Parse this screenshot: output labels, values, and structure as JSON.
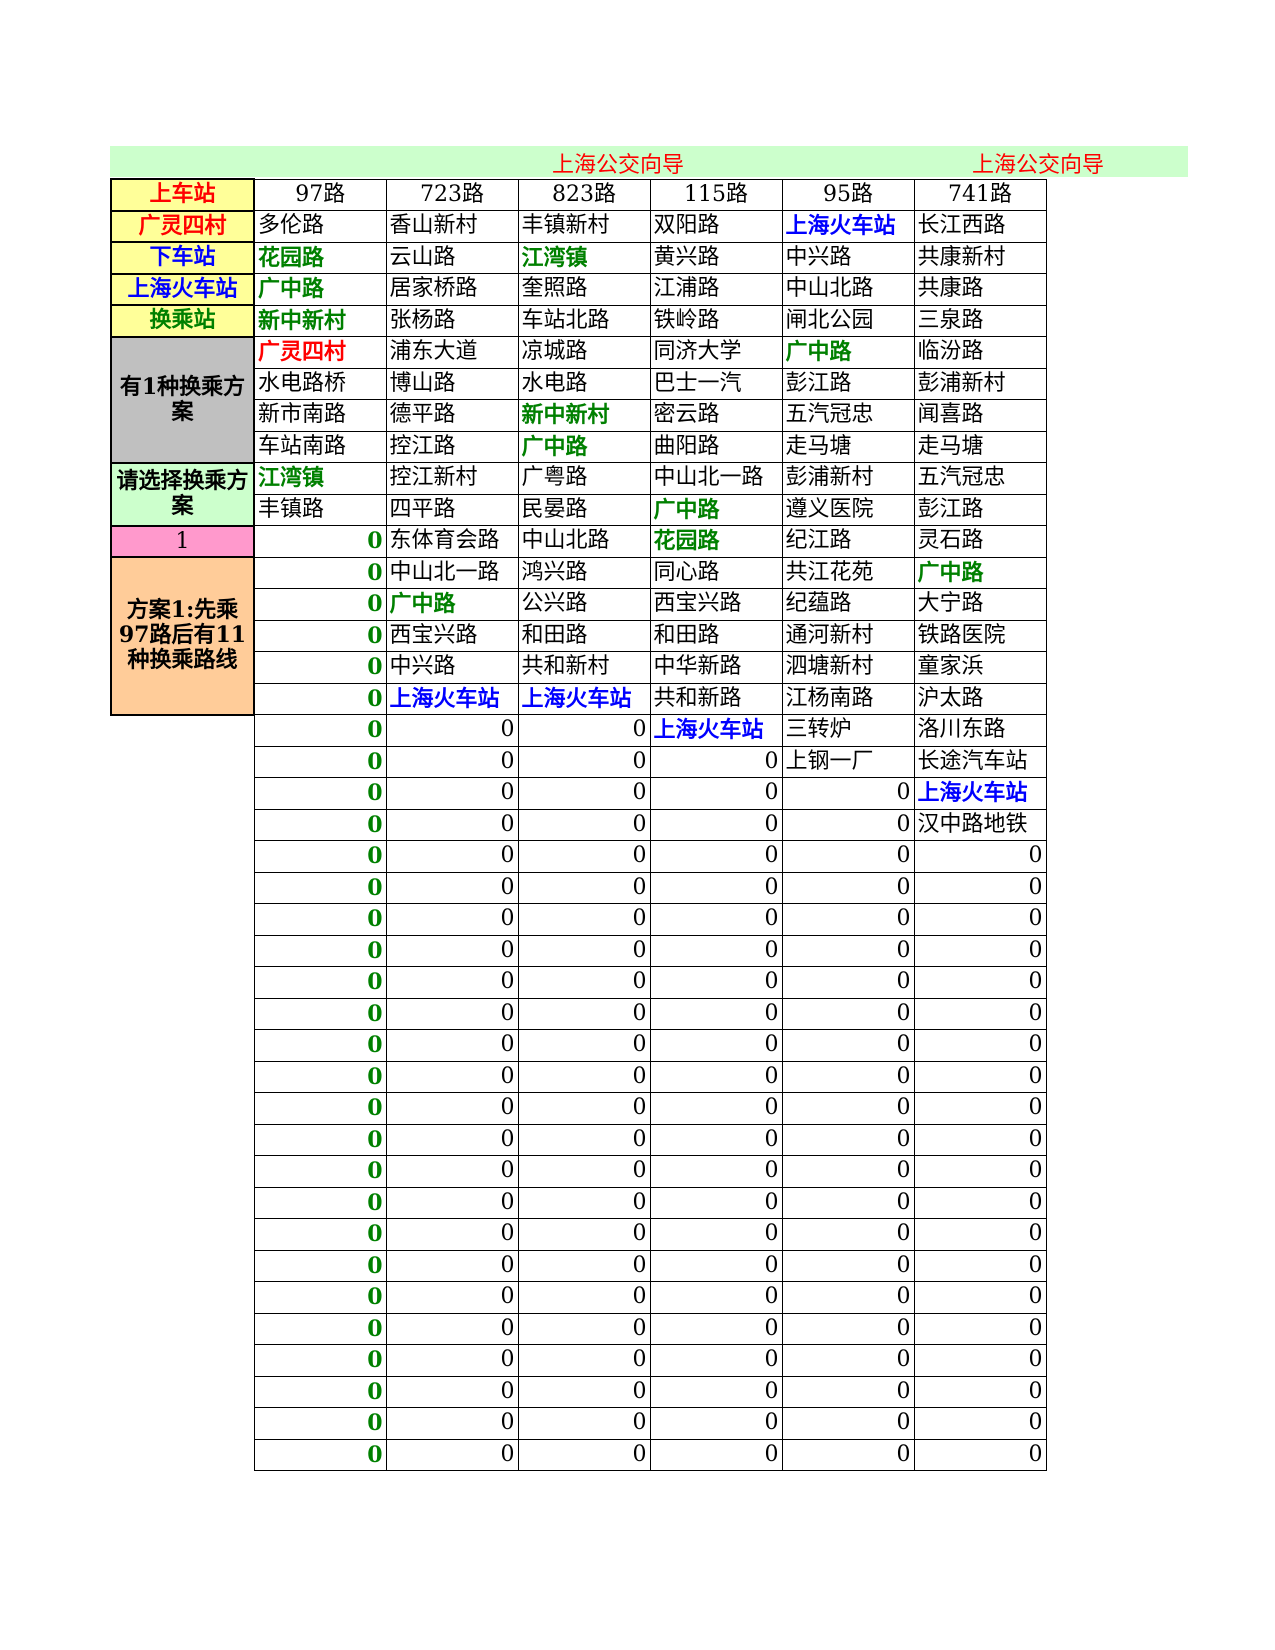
{
  "title": {
    "main": "上海公交向导",
    "repeat": "上海公交向导"
  },
  "labels": {
    "board_station": "上车站",
    "board_value": "广灵四村",
    "alight_station": "下车站",
    "alight_value": "上海火车站",
    "transfer_station": "换乘站",
    "plans_count": "有1种换乘方案",
    "choose_plan": "请选择换乘方案",
    "selected_plan": "1",
    "plan_desc": "方案1:先乘97路后有11种换乘路线"
  },
  "colors": {
    "red": "#ff0000",
    "blue": "#0000ff",
    "green": "#008000",
    "yellow": "#ffff99",
    "gray": "#c0c0c0",
    "light_green": "#ccffcc",
    "pink": "#ff99cc",
    "orange": "#ffcc99"
  },
  "routes": [
    "97路",
    "723路",
    "823路",
    "115路",
    "95路",
    "741路"
  ],
  "rows": [
    [
      [
        "多伦路",
        "plain"
      ],
      [
        "香山新村",
        "plain"
      ],
      [
        "丰镇新村",
        "plain"
      ],
      [
        "双阳路",
        "plain"
      ],
      [
        "上海火车站",
        "blue"
      ],
      [
        "长江西路",
        "plain"
      ]
    ],
    [
      [
        "花园路",
        "green"
      ],
      [
        "云山路",
        "plain"
      ],
      [
        "江湾镇",
        "green"
      ],
      [
        "黄兴路",
        "plain"
      ],
      [
        "中兴路",
        "plain"
      ],
      [
        "共康新村",
        "plain"
      ]
    ],
    [
      [
        "广中路",
        "green"
      ],
      [
        "居家桥路",
        "plain"
      ],
      [
        "奎照路",
        "plain"
      ],
      [
        "江浦路",
        "plain"
      ],
      [
        "中山北路",
        "plain"
      ],
      [
        "共康路",
        "plain"
      ]
    ],
    [
      [
        "新中新村",
        "green"
      ],
      [
        "张杨路",
        "plain"
      ],
      [
        "车站北路",
        "plain"
      ],
      [
        "铁岭路",
        "plain"
      ],
      [
        "闸北公园",
        "plain"
      ],
      [
        "三泉路",
        "plain"
      ]
    ],
    [
      [
        "广灵四村",
        "red"
      ],
      [
        "浦东大道",
        "plain"
      ],
      [
        "凉城路",
        "plain"
      ],
      [
        "同济大学",
        "plain"
      ],
      [
        "广中路",
        "green"
      ],
      [
        "临汾路",
        "plain"
      ]
    ],
    [
      [
        "水电路桥",
        "plain"
      ],
      [
        "博山路",
        "plain"
      ],
      [
        "水电路",
        "plain"
      ],
      [
        "巴士一汽",
        "plain"
      ],
      [
        "彭江路",
        "plain"
      ],
      [
        "彭浦新村",
        "plain"
      ]
    ],
    [
      [
        "新市南路",
        "plain"
      ],
      [
        "德平路",
        "plain"
      ],
      [
        "新中新村",
        "green"
      ],
      [
        "密云路",
        "plain"
      ],
      [
        "五汽冠忠",
        "plain"
      ],
      [
        "闻喜路",
        "plain"
      ]
    ],
    [
      [
        "车站南路",
        "plain"
      ],
      [
        "控江路",
        "plain"
      ],
      [
        "广中路",
        "green"
      ],
      [
        "曲阳路",
        "plain"
      ],
      [
        "走马塘",
        "plain"
      ],
      [
        "走马塘",
        "plain"
      ]
    ],
    [
      [
        "江湾镇",
        "green"
      ],
      [
        "控江新村",
        "plain"
      ],
      [
        "广粤路",
        "plain"
      ],
      [
        "中山北一路",
        "plain"
      ],
      [
        "彭浦新村",
        "plain"
      ],
      [
        "五汽冠忠",
        "plain"
      ]
    ],
    [
      [
        "丰镇路",
        "plain"
      ],
      [
        "四平路",
        "plain"
      ],
      [
        "民晏路",
        "plain"
      ],
      [
        "广中路",
        "green"
      ],
      [
        "遵义医院",
        "plain"
      ],
      [
        "彭江路",
        "plain"
      ]
    ],
    [
      [
        "0",
        "zero-g"
      ],
      [
        "东体育会路",
        "plain"
      ],
      [
        "中山北路",
        "plain"
      ],
      [
        "花园路",
        "green"
      ],
      [
        "纪江路",
        "plain"
      ],
      [
        "灵石路",
        "plain"
      ]
    ],
    [
      [
        "0",
        "zero-g"
      ],
      [
        "中山北一路",
        "plain"
      ],
      [
        "鸿兴路",
        "plain"
      ],
      [
        "同心路",
        "plain"
      ],
      [
        "共江花苑",
        "plain"
      ],
      [
        "广中路",
        "green"
      ]
    ],
    [
      [
        "0",
        "zero-g"
      ],
      [
        "广中路",
        "green"
      ],
      [
        "公兴路",
        "plain"
      ],
      [
        "西宝兴路",
        "plain"
      ],
      [
        "纪蕴路",
        "plain"
      ],
      [
        "大宁路",
        "plain"
      ]
    ],
    [
      [
        "0",
        "zero-g"
      ],
      [
        "西宝兴路",
        "plain"
      ],
      [
        "和田路",
        "plain"
      ],
      [
        "和田路",
        "plain"
      ],
      [
        "通河新村",
        "plain"
      ],
      [
        "铁路医院",
        "plain"
      ]
    ],
    [
      [
        "0",
        "zero-g"
      ],
      [
        "中兴路",
        "plain"
      ],
      [
        "共和新村",
        "plain"
      ],
      [
        "中华新路",
        "plain"
      ],
      [
        "泗塘新村",
        "plain"
      ],
      [
        "童家浜",
        "plain"
      ]
    ],
    [
      [
        "0",
        "zero-g"
      ],
      [
        "上海火车站",
        "blue"
      ],
      [
        "上海火车站",
        "blue"
      ],
      [
        "共和新路",
        "plain"
      ],
      [
        "江杨南路",
        "plain"
      ],
      [
        "沪太路",
        "plain"
      ]
    ],
    [
      [
        "0",
        "zero-g"
      ],
      [
        "0",
        "zero"
      ],
      [
        "0",
        "zero"
      ],
      [
        "上海火车站",
        "blue"
      ],
      [
        "三转炉",
        "plain"
      ],
      [
        "洛川东路",
        "plain"
      ]
    ],
    [
      [
        "0",
        "zero-g"
      ],
      [
        "0",
        "zero"
      ],
      [
        "0",
        "zero"
      ],
      [
        "0",
        "zero"
      ],
      [
        "上钢一厂",
        "plain"
      ],
      [
        "长途汽车站",
        "plain"
      ]
    ],
    [
      [
        "0",
        "zero-g"
      ],
      [
        "0",
        "zero"
      ],
      [
        "0",
        "zero"
      ],
      [
        "0",
        "zero"
      ],
      [
        "0",
        "zero"
      ],
      [
        "上海火车站",
        "blue"
      ]
    ],
    [
      [
        "0",
        "zero-g"
      ],
      [
        "0",
        "zero"
      ],
      [
        "0",
        "zero"
      ],
      [
        "0",
        "zero"
      ],
      [
        "0",
        "zero"
      ],
      [
        "汉中路地铁",
        "plain"
      ]
    ],
    [
      [
        "0",
        "zero-g"
      ],
      [
        "0",
        "zero"
      ],
      [
        "0",
        "zero"
      ],
      [
        "0",
        "zero"
      ],
      [
        "0",
        "zero"
      ],
      [
        "0",
        "zero"
      ]
    ],
    [
      [
        "0",
        "zero-g"
      ],
      [
        "0",
        "zero"
      ],
      [
        "0",
        "zero"
      ],
      [
        "0",
        "zero"
      ],
      [
        "0",
        "zero"
      ],
      [
        "0",
        "zero"
      ]
    ],
    [
      [
        "0",
        "zero-g"
      ],
      [
        "0",
        "zero"
      ],
      [
        "0",
        "zero"
      ],
      [
        "0",
        "zero"
      ],
      [
        "0",
        "zero"
      ],
      [
        "0",
        "zero"
      ]
    ],
    [
      [
        "0",
        "zero-g"
      ],
      [
        "0",
        "zero"
      ],
      [
        "0",
        "zero"
      ],
      [
        "0",
        "zero"
      ],
      [
        "0",
        "zero"
      ],
      [
        "0",
        "zero"
      ]
    ],
    [
      [
        "0",
        "zero-g"
      ],
      [
        "0",
        "zero"
      ],
      [
        "0",
        "zero"
      ],
      [
        "0",
        "zero"
      ],
      [
        "0",
        "zero"
      ],
      [
        "0",
        "zero"
      ]
    ],
    [
      [
        "0",
        "zero-g"
      ],
      [
        "0",
        "zero"
      ],
      [
        "0",
        "zero"
      ],
      [
        "0",
        "zero"
      ],
      [
        "0",
        "zero"
      ],
      [
        "0",
        "zero"
      ]
    ],
    [
      [
        "0",
        "zero-g"
      ],
      [
        "0",
        "zero"
      ],
      [
        "0",
        "zero"
      ],
      [
        "0",
        "zero"
      ],
      [
        "0",
        "zero"
      ],
      [
        "0",
        "zero"
      ]
    ],
    [
      [
        "0",
        "zero-g"
      ],
      [
        "0",
        "zero"
      ],
      [
        "0",
        "zero"
      ],
      [
        "0",
        "zero"
      ],
      [
        "0",
        "zero"
      ],
      [
        "0",
        "zero"
      ]
    ],
    [
      [
        "0",
        "zero-g"
      ],
      [
        "0",
        "zero"
      ],
      [
        "0",
        "zero"
      ],
      [
        "0",
        "zero"
      ],
      [
        "0",
        "zero"
      ],
      [
        "0",
        "zero"
      ]
    ],
    [
      [
        "0",
        "zero-g"
      ],
      [
        "0",
        "zero"
      ],
      [
        "0",
        "zero"
      ],
      [
        "0",
        "zero"
      ],
      [
        "0",
        "zero"
      ],
      [
        "0",
        "zero"
      ]
    ],
    [
      [
        "0",
        "zero-g"
      ],
      [
        "0",
        "zero"
      ],
      [
        "0",
        "zero"
      ],
      [
        "0",
        "zero"
      ],
      [
        "0",
        "zero"
      ],
      [
        "0",
        "zero"
      ]
    ],
    [
      [
        "0",
        "zero-g"
      ],
      [
        "0",
        "zero"
      ],
      [
        "0",
        "zero"
      ],
      [
        "0",
        "zero"
      ],
      [
        "0",
        "zero"
      ],
      [
        "0",
        "zero"
      ]
    ],
    [
      [
        "0",
        "zero-g"
      ],
      [
        "0",
        "zero"
      ],
      [
        "0",
        "zero"
      ],
      [
        "0",
        "zero"
      ],
      [
        "0",
        "zero"
      ],
      [
        "0",
        "zero"
      ]
    ],
    [
      [
        "0",
        "zero-g"
      ],
      [
        "0",
        "zero"
      ],
      [
        "0",
        "zero"
      ],
      [
        "0",
        "zero"
      ],
      [
        "0",
        "zero"
      ],
      [
        "0",
        "zero"
      ]
    ],
    [
      [
        "0",
        "zero-g"
      ],
      [
        "0",
        "zero"
      ],
      [
        "0",
        "zero"
      ],
      [
        "0",
        "zero"
      ],
      [
        "0",
        "zero"
      ],
      [
        "0",
        "zero"
      ]
    ],
    [
      [
        "0",
        "zero-g"
      ],
      [
        "0",
        "zero"
      ],
      [
        "0",
        "zero"
      ],
      [
        "0",
        "zero"
      ],
      [
        "0",
        "zero"
      ],
      [
        "0",
        "zero"
      ]
    ],
    [
      [
        "0",
        "zero-g"
      ],
      [
        "0",
        "zero"
      ],
      [
        "0",
        "zero"
      ],
      [
        "0",
        "zero"
      ],
      [
        "0",
        "zero"
      ],
      [
        "0",
        "zero"
      ]
    ],
    [
      [
        "0",
        "zero-g"
      ],
      [
        "0",
        "zero"
      ],
      [
        "0",
        "zero"
      ],
      [
        "0",
        "zero"
      ],
      [
        "0",
        "zero"
      ],
      [
        "0",
        "zero"
      ]
    ],
    [
      [
        "0",
        "zero-g"
      ],
      [
        "0",
        "zero"
      ],
      [
        "0",
        "zero"
      ],
      [
        "0",
        "zero"
      ],
      [
        "0",
        "zero"
      ],
      [
        "0",
        "zero"
      ]
    ],
    [
      [
        "0",
        "zero-g"
      ],
      [
        "0",
        "zero"
      ],
      [
        "0",
        "zero"
      ],
      [
        "0",
        "zero"
      ],
      [
        "0",
        "zero"
      ],
      [
        "0",
        "zero"
      ]
    ]
  ]
}
